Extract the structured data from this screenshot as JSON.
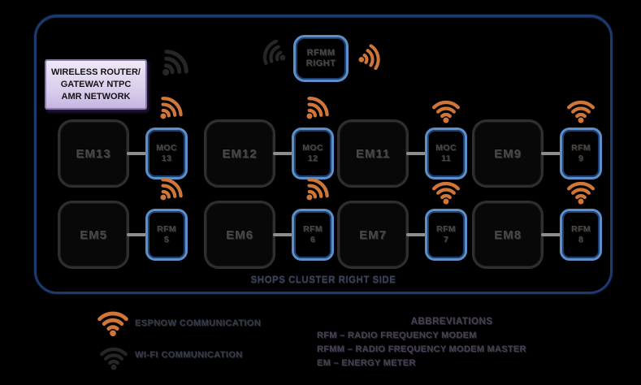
{
  "router_box": {
    "lines": [
      "WIRELESS ROUTER/",
      "GATEWAY NTPC",
      "AMR NETWORK"
    ]
  },
  "master_node": {
    "line1": "RFMM",
    "line2": "RIGHT"
  },
  "cluster": {
    "label": "SHOPS CLUSTER RIGHT SIDE",
    "rows": [
      {
        "pairs": [
          {
            "em": "EM13",
            "modem_line1": "MOC",
            "modem_line2": "13"
          },
          {
            "em": "EM12",
            "modem_line1": "MOC",
            "modem_line2": "12"
          },
          {
            "em": "EM11",
            "modem_line1": "MOC",
            "modem_line2": "11"
          },
          {
            "em": "EM9",
            "modem_line1": "RFM",
            "modem_line2": "9"
          }
        ]
      },
      {
        "pairs": [
          {
            "em": "EM5",
            "modem_line1": "RFM",
            "modem_line2": "5"
          },
          {
            "em": "EM6",
            "modem_line1": "RFM",
            "modem_line2": "6"
          },
          {
            "em": "EM7",
            "modem_line1": "RFM",
            "modem_line2": "7"
          },
          {
            "em": "EM8",
            "modem_line1": "RFM",
            "modem_line2": "8"
          }
        ]
      }
    ]
  },
  "legend": {
    "espnow": {
      "label": "ESPNOW COMMUNICATION",
      "color": "#cf7638"
    },
    "wifi": {
      "label": "WI-FI COMMUNICATION",
      "color": "#1f1f1f"
    }
  },
  "abbreviations": {
    "title": "ABBREVIATIONS",
    "items": [
      "RFM – RADIO FREQUENCY MODEM",
      "RFMM – RADIO FREQUENCY MODEM MASTER",
      "EM – ENERGY METER"
    ]
  },
  "colors": {
    "boundary_border": "#1c3a6e",
    "node_border_blue": "#5d8fc9",
    "router_fill": "#d9cdec",
    "router_border": "#8a7ab0",
    "espnow_orange": "#cf7638",
    "wifi_black": "#1f1f1f"
  }
}
